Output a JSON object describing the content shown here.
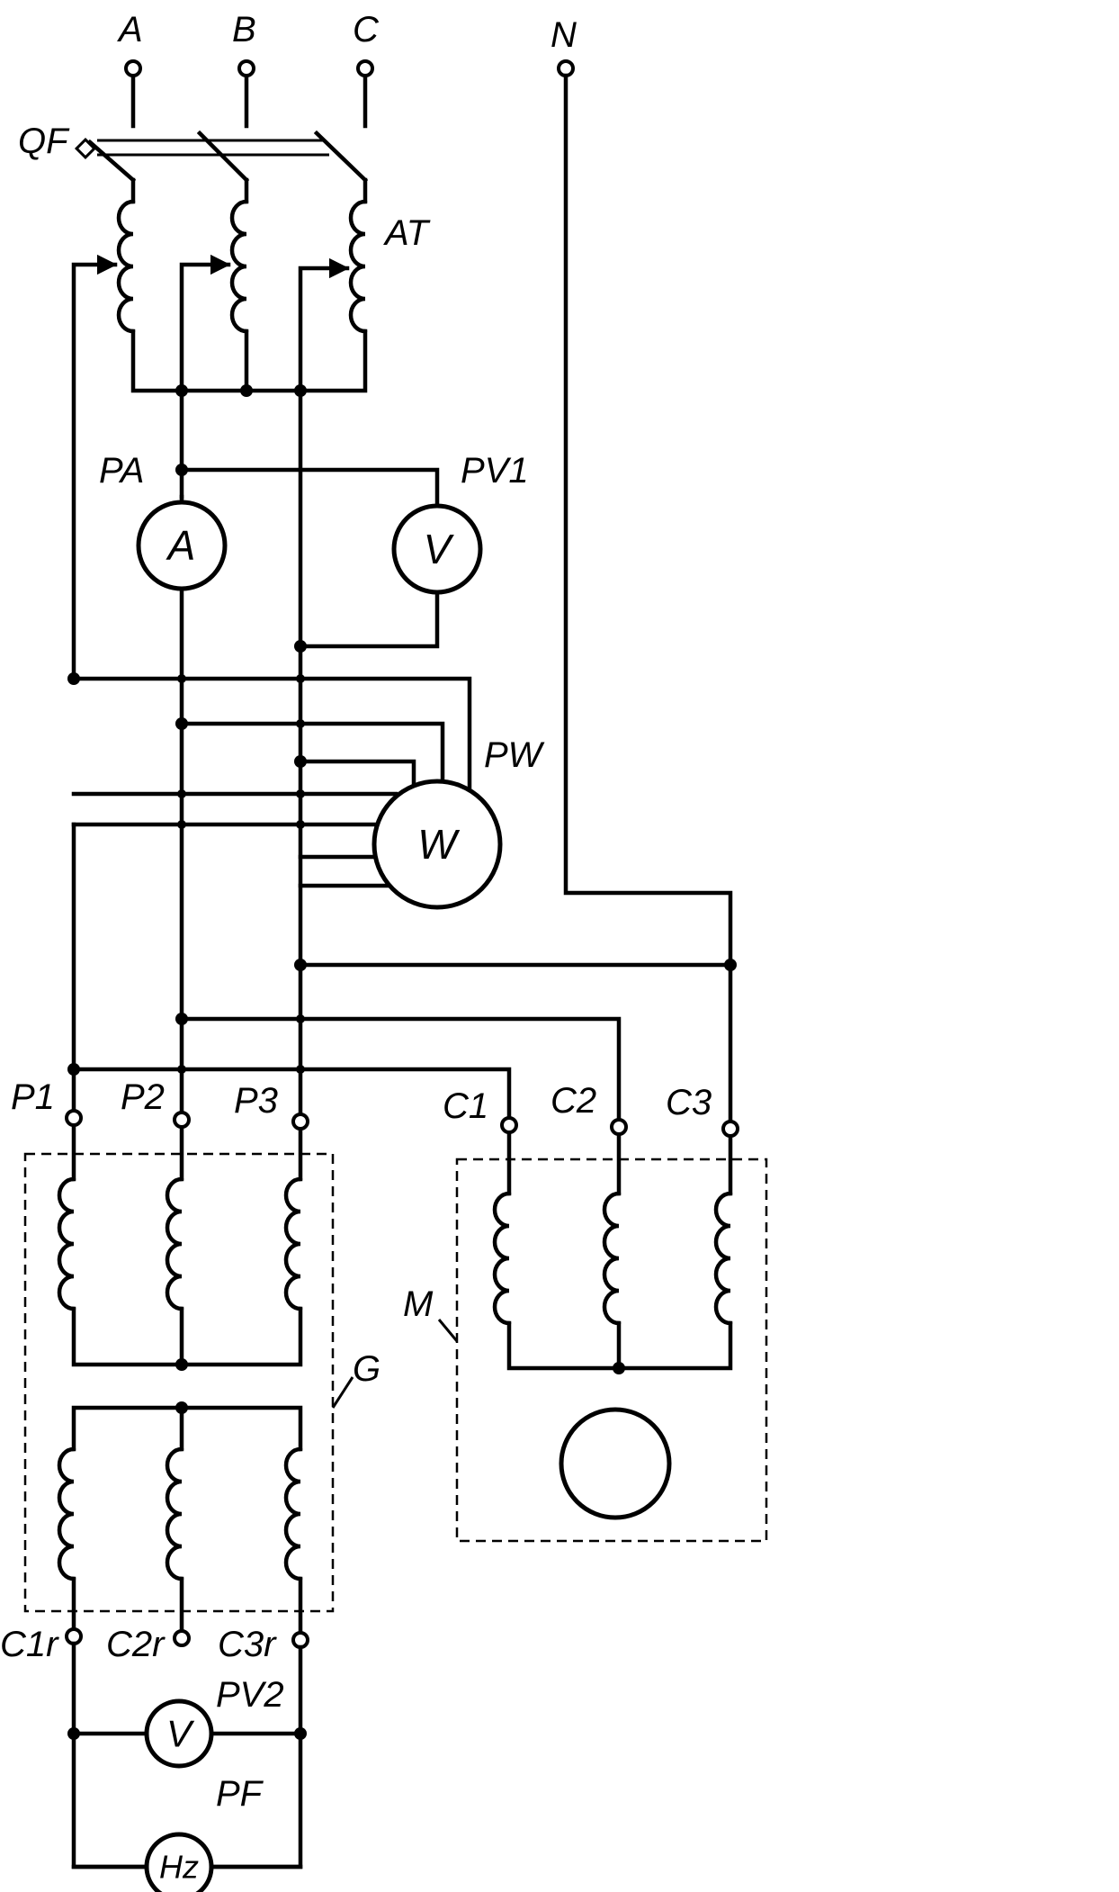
{
  "supply": {
    "phase_a": "A",
    "phase_b": "B",
    "phase_c": "C",
    "neutral": "N"
  },
  "breaker": {
    "label": "QF"
  },
  "autotransformer": {
    "label": "AT"
  },
  "ammeter": {
    "label": "PA",
    "symbol": "A"
  },
  "voltmeter_1": {
    "label": "PV1",
    "symbol": "V"
  },
  "wattmeter": {
    "label": "PW",
    "symbol": "W"
  },
  "generator": {
    "label": "G",
    "terminals": [
      "P1",
      "P2",
      "P3"
    ],
    "rotor_terminals": [
      "C1r",
      "C2r",
      "C3r"
    ]
  },
  "motor": {
    "label": "M",
    "terminals": [
      "C1",
      "C2",
      "C3"
    ]
  },
  "voltmeter_2": {
    "label": "PV2",
    "symbol": "V"
  },
  "frequency_meter": {
    "label": "PF",
    "symbol": "Hz"
  }
}
